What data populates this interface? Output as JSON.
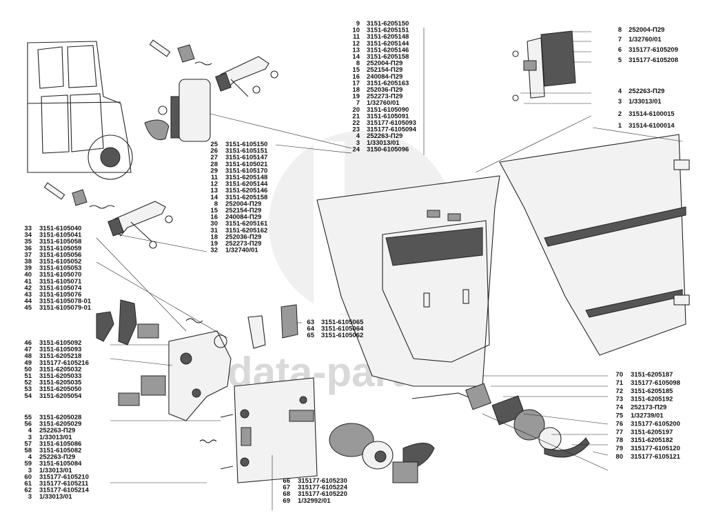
{
  "watermark": {
    "text": "data-parts"
  },
  "groups": {
    "top_right": [
      {
        "n": "8",
        "code": "252004-П29"
      },
      {
        "n": "7",
        "code": "1/32760/01"
      },
      {
        "n": "6",
        "code": "315177-6105209"
      },
      {
        "n": "5",
        "code": "315177-6105208"
      },
      {
        "n": "4",
        "code": "252263-П29"
      },
      {
        "n": "3",
        "code": "1/33013/01"
      },
      {
        "n": "2",
        "code": "31514-6100015"
      },
      {
        "n": "1",
        "code": "31514-6100014"
      }
    ],
    "top_center": [
      {
        "n": "9",
        "code": "3151-6205150"
      },
      {
        "n": "10",
        "code": "3151-6205151"
      },
      {
        "n": "11",
        "code": "3151-6205148"
      },
      {
        "n": "12",
        "code": "3151-6205144"
      },
      {
        "n": "13",
        "code": "3151-6205146"
      },
      {
        "n": "14",
        "code": "3151-6205158"
      },
      {
        "n": "8",
        "code": "252004-П29"
      },
      {
        "n": "15",
        "code": "252154-П29"
      },
      {
        "n": "16",
        "code": "240084-П29"
      },
      {
        "n": "17",
        "code": "3151-6205163"
      },
      {
        "n": "18",
        "code": "252036-П29"
      },
      {
        "n": "19",
        "code": "252273-П29"
      },
      {
        "n": "7",
        "code": "1/32760/01"
      },
      {
        "n": "20",
        "code": "3151-6105090"
      },
      {
        "n": "21",
        "code": "3151-6105091"
      },
      {
        "n": "22",
        "code": "315177-6105093"
      },
      {
        "n": "23",
        "code": "315177-6105094"
      },
      {
        "n": "4",
        "code": "252263-П29"
      },
      {
        "n": "3",
        "code": "1/33013/01"
      },
      {
        "n": "24",
        "code": "3150-6105096"
      }
    ],
    "mid_center": [
      {
        "n": "25",
        "code": "3151-6105150"
      },
      {
        "n": "26",
        "code": "3151-6105151"
      },
      {
        "n": "27",
        "code": "3151-6105147"
      },
      {
        "n": "28",
        "code": "3151-6105021"
      },
      {
        "n": "29",
        "code": "3151-6105170"
      },
      {
        "n": "11",
        "code": "3151-6205148"
      },
      {
        "n": "12",
        "code": "3151-6205144"
      },
      {
        "n": "13",
        "code": "3151-6205146"
      },
      {
        "n": "14",
        "code": "3151-6205158"
      },
      {
        "n": "8",
        "code": "252004-П29"
      },
      {
        "n": "15",
        "code": "252154-П29"
      },
      {
        "n": "16",
        "code": "240084-П29"
      },
      {
        "n": "30",
        "code": "3151-6205161"
      },
      {
        "n": "31",
        "code": "3151-6205162"
      },
      {
        "n": "18",
        "code": "252036-П29"
      },
      {
        "n": "19",
        "code": "252273-П29"
      },
      {
        "n": "32",
        "code": "1/32740/01"
      }
    ],
    "left_upper": [
      {
        "n": "33",
        "code": "3151-6105040"
      },
      {
        "n": "34",
        "code": "3151-6105041"
      },
      {
        "n": "35",
        "code": "3151-6105058"
      },
      {
        "n": "36",
        "code": "3151-6105059"
      },
      {
        "n": "37",
        "code": "3151-6105056"
      },
      {
        "n": "38",
        "code": "3151-6105052"
      },
      {
        "n": "39",
        "code": "3151-6105053"
      },
      {
        "n": "40",
        "code": "3151-6105070"
      },
      {
        "n": "41",
        "code": "3151-6105071"
      },
      {
        "n": "42",
        "code": "3151-6105074"
      },
      {
        "n": "43",
        "code": "3151-6105076"
      },
      {
        "n": "44",
        "code": "3151-6105078-01"
      },
      {
        "n": "45",
        "code": "3151-6105079-01"
      }
    ],
    "left_mid": [
      {
        "n": "46",
        "code": "3151-6105092"
      },
      {
        "n": "47",
        "code": "3151-6105093"
      },
      {
        "n": "48",
        "code": "3151-6205218"
      },
      {
        "n": "49",
        "code": "315177-6105216"
      },
      {
        "n": "50",
        "code": "3151-6205032"
      },
      {
        "n": "51",
        "code": "3151-6205033"
      },
      {
        "n": "52",
        "code": "3151-6205035"
      },
      {
        "n": "53",
        "code": "3151-6205050"
      },
      {
        "n": "54",
        "code": "3151-6205054"
      }
    ],
    "left_lower": [
      {
        "n": "55",
        "code": "3151-6205028"
      },
      {
        "n": "56",
        "code": "3151-6205029"
      },
      {
        "n": "4",
        "code": "252263-П29"
      },
      {
        "n": "3",
        "code": "1/33013/01"
      },
      {
        "n": "57",
        "code": "3151-6105086"
      },
      {
        "n": "58",
        "code": "3151-6105082"
      },
      {
        "n": "4",
        "code": "252263-П29"
      },
      {
        "n": "59",
        "code": "3151-6105084"
      },
      {
        "n": "3",
        "code": "1/33013/01"
      },
      {
        "n": "60",
        "code": "315177-6105210"
      },
      {
        "n": "61",
        "code": "315177-6105211"
      },
      {
        "n": "62",
        "code": "315177-6105214"
      },
      {
        "n": "3",
        "code": "1/33013/01"
      }
    ],
    "center_small": [
      {
        "n": "63",
        "code": "3151-6105065"
      },
      {
        "n": "64",
        "code": "3151-6105064"
      },
      {
        "n": "65",
        "code": "3151-6105062"
      }
    ],
    "bottom_center": [
      {
        "n": "66",
        "code": "315177-6105230"
      },
      {
        "n": "67",
        "code": "315177-6105224"
      },
      {
        "n": "68",
        "code": "315177-6105220"
      },
      {
        "n": "69",
        "code": "1/32992/01"
      }
    ],
    "bottom_right": [
      {
        "n": "70",
        "code": "3151-6205187"
      },
      {
        "n": "71",
        "code": "315177-6105098"
      },
      {
        "n": "72",
        "code": "3151-6205185"
      },
      {
        "n": "73",
        "code": "3151-6205192"
      },
      {
        "n": "74",
        "code": "252173-П29"
      },
      {
        "n": "75",
        "code": "1/32739/01"
      },
      {
        "n": "76",
        "code": "315177-6105200"
      },
      {
        "n": "77",
        "code": "3151-6205197"
      },
      {
        "n": "78",
        "code": "3151-6205182"
      },
      {
        "n": "79",
        "code": "315177-6105120"
      },
      {
        "n": "80",
        "code": "315177-6105121"
      }
    ]
  }
}
